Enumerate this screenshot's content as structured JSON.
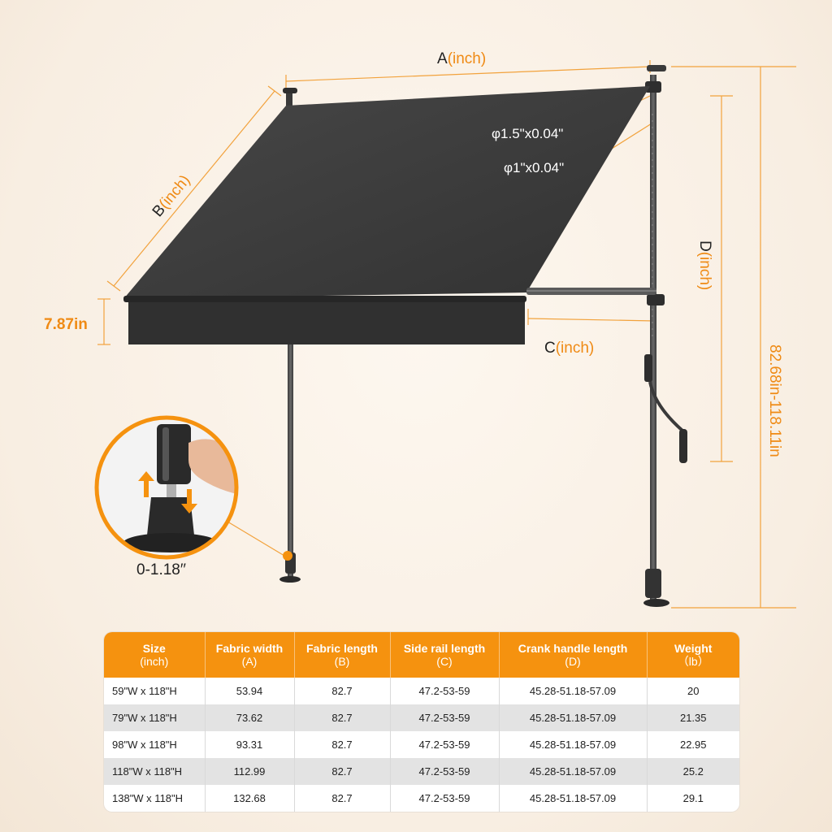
{
  "dimensions": {
    "a_letter": "A",
    "a_unit": "(inch)",
    "b_letter": "B",
    "b_unit": "(inch)",
    "c_letter": "C",
    "c_unit": "(inch)",
    "d_letter": "D",
    "d_unit": "(inch)",
    "valance_height": "7.87in",
    "total_height": "82.68in-118.11in",
    "pipe_outer": "φ1.5\"x0.04\"",
    "pipe_inner": "φ1\"x0.04\"",
    "adjust_range": "0-1.18′′"
  },
  "colors": {
    "accent": "#f5920f",
    "fabric": "#3c3c3c",
    "frame": "#4a4a4a"
  },
  "table": {
    "headers": [
      {
        "label": "Size",
        "unit": "(inch)"
      },
      {
        "label": "Fabric width",
        "unit": "(A)"
      },
      {
        "label": "Fabric length",
        "unit": "(B)"
      },
      {
        "label": "Side rail length",
        "unit": "(C)"
      },
      {
        "label": "Crank handle length",
        "unit": "(D)"
      },
      {
        "label": "Weight",
        "unit": "（lb）"
      }
    ],
    "rows": [
      [
        "59\"W x 118\"H",
        "53.94",
        "82.7",
        "47.2-53-59",
        "45.28-51.18-57.09",
        "20"
      ],
      [
        "79\"W x 118\"H",
        "73.62",
        "82.7",
        "47.2-53-59",
        "45.28-51.18-57.09",
        "21.35"
      ],
      [
        "98\"W x 118\"H",
        "93.31",
        "82.7",
        "47.2-53-59",
        "45.28-51.18-57.09",
        "22.95"
      ],
      [
        "118\"W x 118\"H",
        "112.99",
        "82.7",
        "47.2-53-59",
        "45.28-51.18-57.09",
        "25.2"
      ],
      [
        "138\"W x 118\"H",
        "132.68",
        "82.7",
        "47.2-53-59",
        "45.28-51.18-57.09",
        "29.1"
      ]
    ]
  }
}
